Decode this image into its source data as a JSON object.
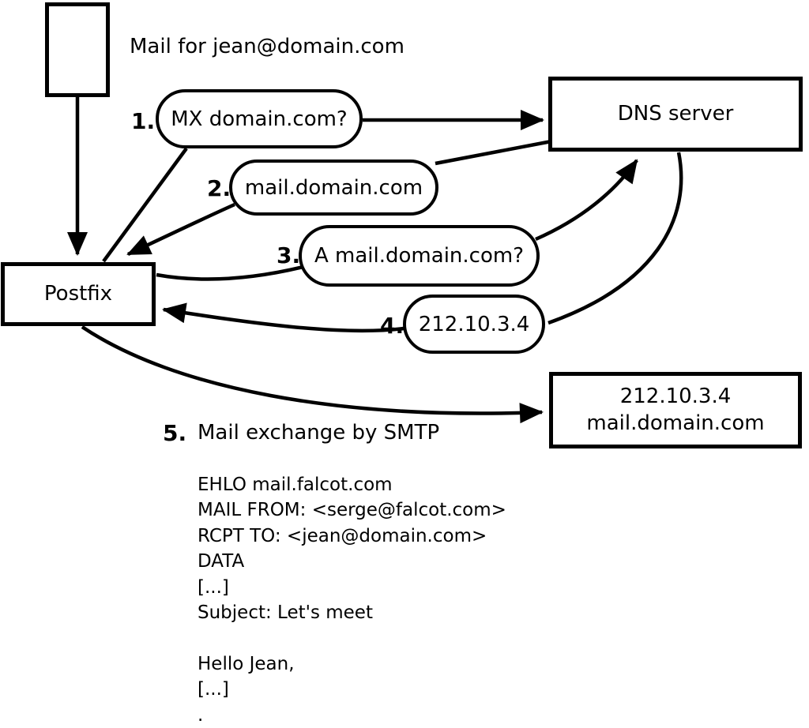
{
  "diagram": {
    "title_note": "Mail for jean@domain.com",
    "nodes": {
      "postfix": "Postfix",
      "dns": "DNS server",
      "mail_server_line1": "212.10.3.4",
      "mail_server_line2": "mail.domain.com"
    },
    "steps": [
      {
        "num": "1.",
        "label": "MX domain.com?"
      },
      {
        "num": "2.",
        "label": "mail.domain.com"
      },
      {
        "num": "3.",
        "label": "A mail.domain.com?"
      },
      {
        "num": "4.",
        "label": "212.10.3.4"
      },
      {
        "num": "5.",
        "label": "Mail exchange by SMTP"
      }
    ],
    "smtp_session": [
      "EHLO mail.falcot.com",
      "MAIL FROM: <serge@falcot.com>",
      "RCPT TO: <jean@domain.com>",
      "DATA",
      "[...]",
      "Subject: Let's meet",
      "",
      "Hello Jean,",
      "[...]",
      "."
    ]
  },
  "colors": {
    "stroke": "#000000",
    "background": "#ffffff"
  }
}
